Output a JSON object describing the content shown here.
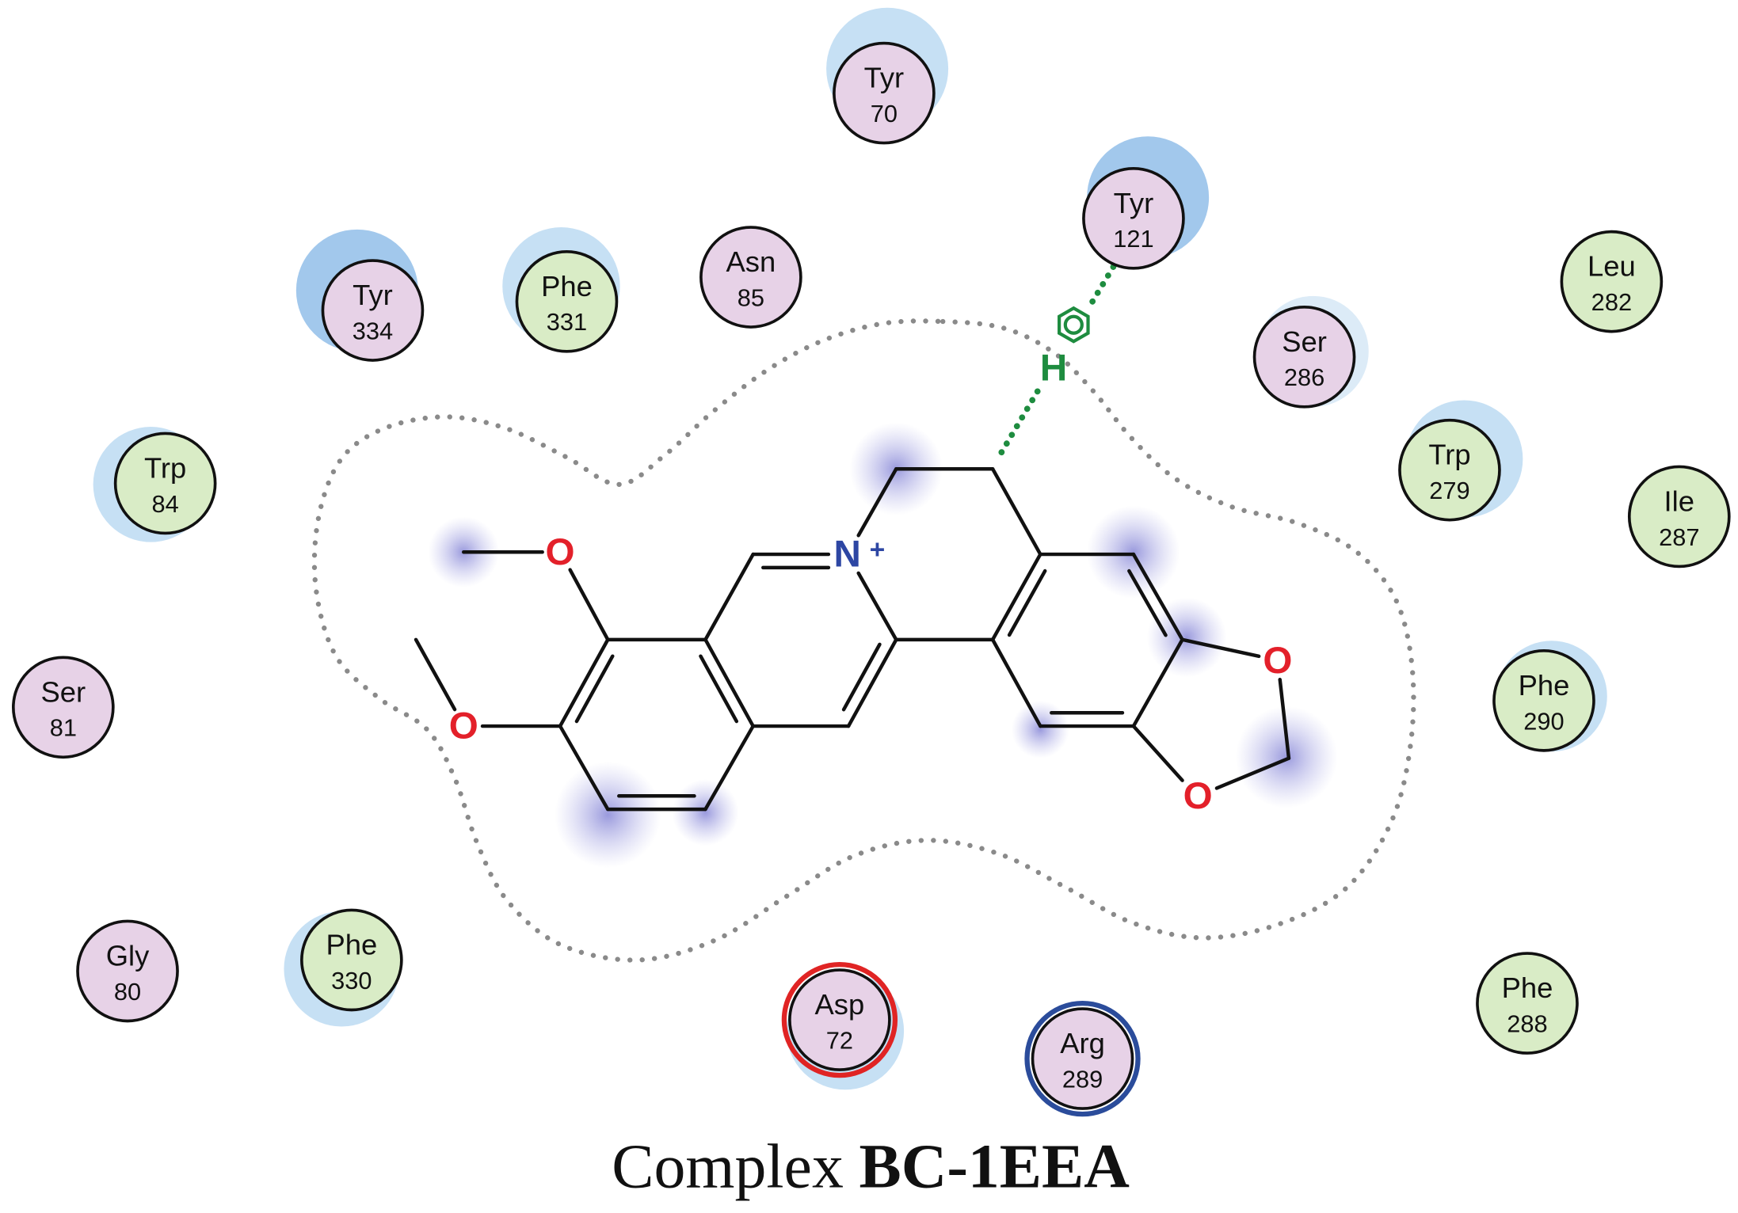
{
  "title": {
    "prefix": "Complex",
    "name": "BC-1EEA"
  },
  "colors": {
    "polar_residue": "#e7d2e7",
    "greasy_residue": "#d9ecc6",
    "exposure_light": "#c6e0f4",
    "exposure_faint": "#dcebf7",
    "exposure_dark": "#a2c8ec",
    "acidic_ring": "#e02424",
    "basic_ring": "#2b4c9b",
    "oxygen": "#e3202a",
    "nitrogen": "#2d46a3",
    "hbond": "#1e8c3f",
    "contour": "#8a8a8a"
  },
  "residues": [
    {
      "name": "Tyr",
      "number": "70",
      "fill": "#e7d2e7"
    },
    {
      "name": "Tyr",
      "number": "121",
      "fill": "#e7d2e7"
    },
    {
      "name": "Tyr",
      "number": "334",
      "fill": "#e7d2e7"
    },
    {
      "name": "Phe",
      "number": "331",
      "fill": "#d9ecc6"
    },
    {
      "name": "Asn",
      "number": "85",
      "fill": "#e7d2e7"
    },
    {
      "name": "Ser",
      "number": "286",
      "fill": "#e7d2e7"
    },
    {
      "name": "Leu",
      "number": "282",
      "fill": "#d9ecc6"
    },
    {
      "name": "Trp",
      "number": "84",
      "fill": "#d9ecc6"
    },
    {
      "name": "Trp",
      "number": "279",
      "fill": "#d9ecc6"
    },
    {
      "name": "Ile",
      "number": "287",
      "fill": "#d9ecc6"
    },
    {
      "name": "Ser",
      "number": "81",
      "fill": "#e7d2e7"
    },
    {
      "name": "Phe",
      "number": "290",
      "fill": "#d9ecc6"
    },
    {
      "name": "Gly",
      "number": "80",
      "fill": "#e7d2e7"
    },
    {
      "name": "Phe",
      "number": "330",
      "fill": "#d9ecc6"
    },
    {
      "name": "Asp",
      "number": "72",
      "fill": "#e7d2e7",
      "ring_color": "#e02424"
    },
    {
      "name": "Arg",
      "number": "289",
      "fill": "#e7d2e7",
      "ring_color": "#2b4c9b"
    },
    {
      "name": "Phe",
      "number": "288",
      "fill": "#d9ecc6"
    }
  ],
  "ligand": {
    "atoms": {
      "o_methoxy_top": "O",
      "o_methoxy_left": "O",
      "o_dioxole_top": "O",
      "o_dioxole_bottom": "O",
      "n": "N",
      "charge": "+",
      "h": "H"
    }
  }
}
